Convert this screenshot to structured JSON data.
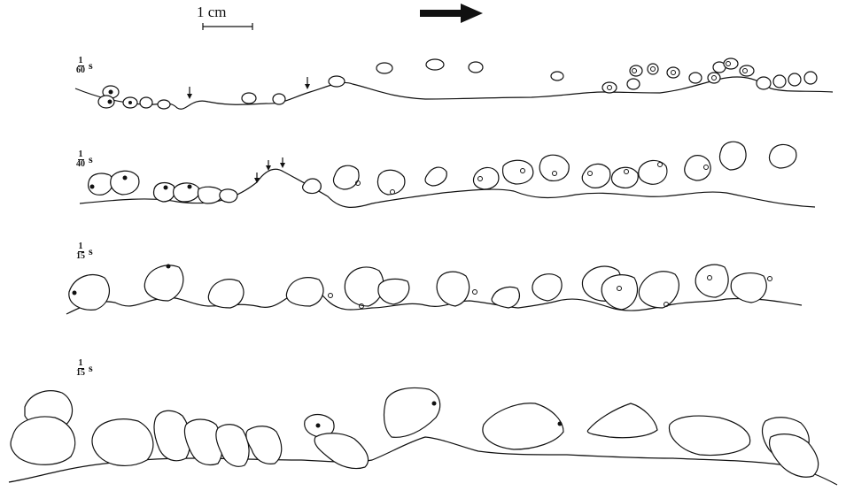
{
  "scale_bar": {
    "label": "1 cm"
  },
  "rows": [
    {
      "num": "1",
      "den": "60",
      "unit": "s"
    },
    {
      "num": "1",
      "den": "40",
      "unit": "s"
    },
    {
      "num": "1",
      "den": "15",
      "unit": "s"
    },
    {
      "num": "1",
      "den": "15",
      "unit": "s"
    }
  ],
  "colors": {
    "ink": "#111111",
    "background": "#ffffff"
  },
  "icons": {
    "flow_direction": "right-arrow-icon",
    "marker_down": "down-arrow-icon"
  }
}
